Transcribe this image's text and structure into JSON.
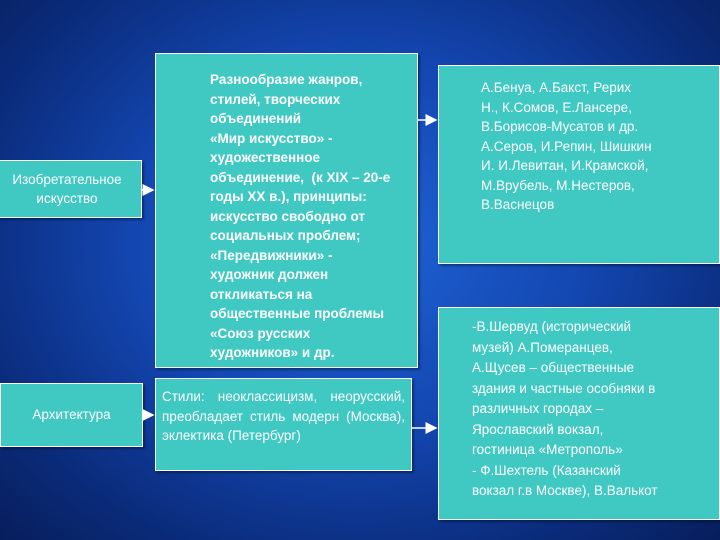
{
  "categories": {
    "fine_arts": "Изобретательное\nискусство",
    "architecture": "Архитектура"
  },
  "middle": {
    "fine_arts_description": "Разнообразие жанров,\nстилей, творческих\nобъединений\n«Мир искусство» -\nхудожественное\nобъединение,  (к XIX – 20-е\nгоды XX в.), принципы:\nискусство свободно от\nсоциальных проблем;\n«Передвижники» -\nхудожник должен\nоткликаться на\nобщественные проблемы\n«Союз русских\nхудожников» и др.",
    "architecture_styles": "Стили:   неоклассицизм, неорусский,   преобладает стиль   модерн   (Москва), эклектика (Петербург)"
  },
  "right": {
    "artists": "А.Бенуа, А.Бакст, Рерих\nН., К.Сомов, Е.Лансере,\nВ.Борисов-Мусатов и др.\nА.Серов, И.Репин, Шишкин\nИ. И.Левитан, И.Крамской,\nМ.Врубель, М.Нестеров,\nВ.Васнецов",
    "architects": "-В.Шервуд (исторический\nмузей) А.Померанцев,\nА.Щусев – общественные\nздания и частные особняки в\nразличных городах –\nЯрославский вокзал,\nгостиница «Метрополь»\n- Ф.Шехтель (Казанский\nвокзал г.в Москве), В.Валькот"
  },
  "colors": {
    "box_fill": "#40c9c3",
    "background": "#1346b0",
    "text": "#ffffff"
  }
}
